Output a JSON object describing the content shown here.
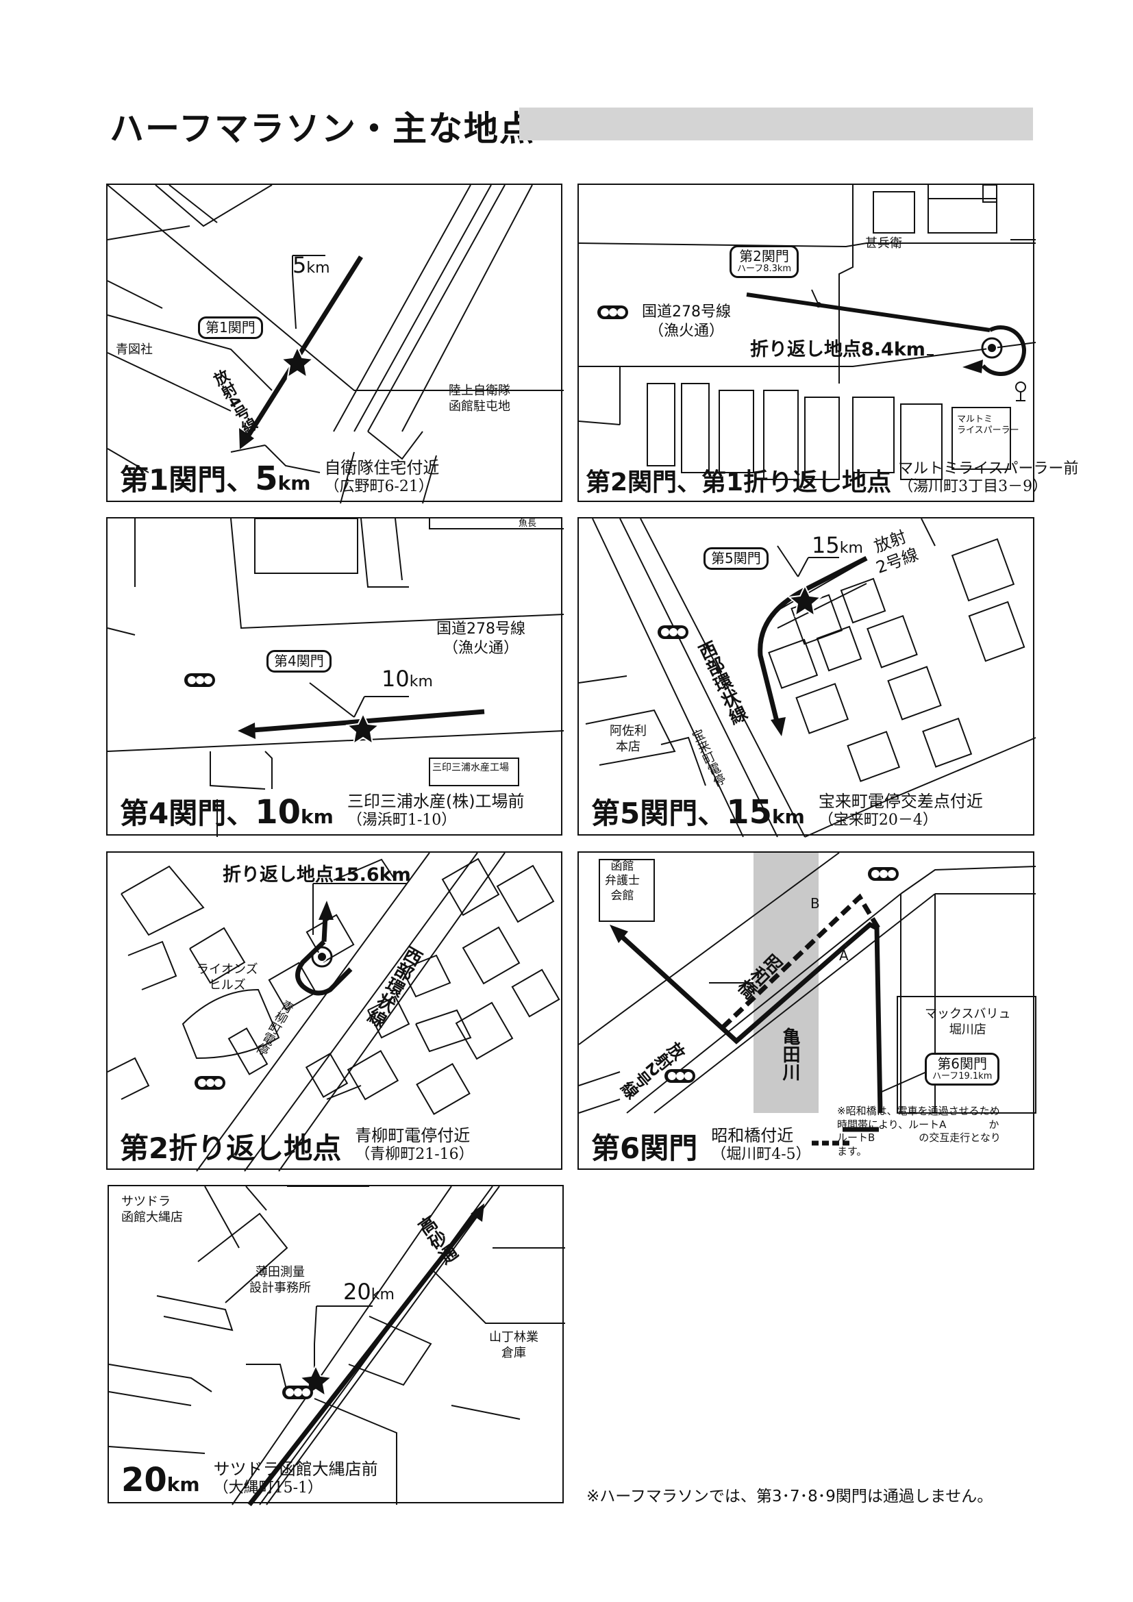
{
  "page": {
    "title": "ハーフマラソン・主な地点",
    "footer": "※ハーフマラソンでは、第3･7･8･9関門は通過しません。"
  },
  "panels": [
    {
      "id": "gate1",
      "caption": {
        "main": "第1関門、",
        "km_num": "5",
        "km_unit": "km",
        "place": "自衛隊住宅付近",
        "address": "（広野町6-21）"
      },
      "labels": {
        "gate": "第1関門",
        "km_num": "5",
        "km_unit": "km",
        "road": "放射4号線",
        "bldg1": "青図社",
        "bldg2": "陸上自衛隊\n函館駐屯地"
      }
    },
    {
      "id": "gate2",
      "caption": {
        "main": "第2関門、第1折り返し地点",
        "place": "マルトミライスパーラー前",
        "address": "（湯川町3丁目3－9）"
      },
      "labels": {
        "gate": "第2関門",
        "gate_sub": "ハーフ8.3km",
        "turn": "折り返し地点8.4km",
        "road": "国道278号線\n（漁火通）",
        "bldg1": "甚兵衛",
        "bldg2": "マルトミ\nライスパーラー"
      }
    },
    {
      "id": "gate4",
      "caption": {
        "main": "第4関門、",
        "km_num": "10",
        "km_unit": "km",
        "place": "三印三浦水産(株)工場前",
        "address": "（湯浜町1-10）"
      },
      "labels": {
        "gate": "第4関門",
        "km_num": "10",
        "km_unit": "km",
        "road": "国道278号線\n（漁火通）",
        "bldg1": "魚長",
        "bldg2": "三印三浦水産工場"
      }
    },
    {
      "id": "gate5",
      "caption": {
        "main": "第5関門、",
        "km_num": "15",
        "km_unit": "km",
        "place": "宝来町電停交差点付近",
        "address": "（宝来町20－4）"
      },
      "labels": {
        "gate": "第5関門",
        "km_num": "15",
        "km_unit": "km",
        "road1": "放射\n2号線",
        "road2": "西部環状線",
        "bldg1": "阿佐利\n本店",
        "stop": "宝来町電停"
      }
    },
    {
      "id": "turn2",
      "caption": {
        "main": "第2折り返し地点",
        "place": "青柳町電停付近",
        "address": "（青柳町21-16）"
      },
      "labels": {
        "turn": "折り返し地点15.6km",
        "road": "西部環状線",
        "bldg1": "ライオンズ\nヒルズ",
        "stop": "青柳町電停"
      }
    },
    {
      "id": "gate6",
      "caption": {
        "main": "第6関門",
        "place": "昭和橋付近",
        "address": "（堀川町4-5）"
      },
      "labels": {
        "gate": "第6関門",
        "gate_sub": "ハーフ19.1km",
        "bridge": "昭和橋",
        "river": "亀田川",
        "road": "放射2号線",
        "bldg1": "函館\n弁護士\n会館",
        "bldg2": "マックスバリュ\n堀川店",
        "route_a": "A",
        "route_b": "B"
      },
      "note": {
        "l1": "※昭和橋は、電車を通過させるため",
        "l2a": "時間帯により、ルートA",
        "l2b": "か",
        "l3a": "ルートB",
        "l3b": "の交互走行となり",
        "l4": "ます。"
      }
    },
    {
      "id": "km20",
      "caption": {
        "km_num": "20",
        "km_unit": "km",
        "place": "サツドラ函館大縄店前",
        "address": "（大縄町15-1）"
      },
      "labels": {
        "km_num": "20",
        "km_unit": "km",
        "road": "高砂通",
        "bldg1": "サツドラ\n函館大縄店",
        "bldg2": "薄田測量\n設計事務所",
        "bldg3": "山丁林業\n倉庫"
      }
    }
  ]
}
